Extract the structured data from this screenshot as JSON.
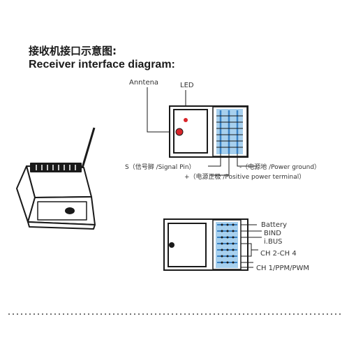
{
  "titles": {
    "cn": "接收机接口示意图:",
    "en": "Receiver interface diagram:"
  },
  "top_diagram": {
    "antenna_label": "Anntena",
    "led_label": "LED",
    "signal_label": "S（信号脚 /Signal Pin）",
    "ground_label": "-（电源地 /Power ground）",
    "positive_label": "+（电源正极 /Positive power terminal）"
  },
  "bottom_diagram": {
    "battery_label": "Battery",
    "bind_label": "BIND",
    "ibus_label": "i.BUS",
    "ch24_label": "CH 2-CH 4",
    "ch1_label": "CH 1/PPM/PWM"
  },
  "colors": {
    "outline": "#1a1a1a",
    "led_red": "#d9252a",
    "pin_blue": "#3a82c4",
    "pin_highlight": "#a7d0ee",
    "divider": "#444444"
  }
}
